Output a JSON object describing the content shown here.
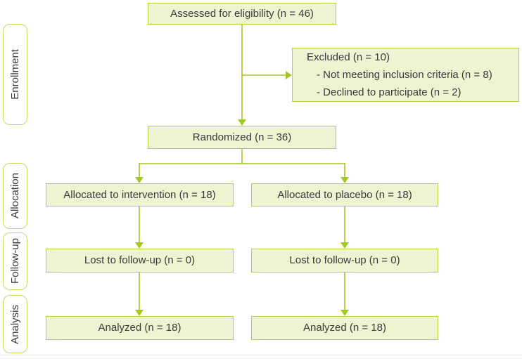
{
  "figure": {
    "type": "CONSORT flow diagram"
  },
  "colors": {
    "box_fill": "#eef3d2",
    "box_border": "#b7cd45",
    "connector": "#a4c828",
    "label_fill": "#ffffff",
    "label_border": "#c6d966",
    "text": "#3a3a3a",
    "page_divider": "#e6e6e6"
  },
  "stage_labels": [
    {
      "label": "Enrollment"
    },
    {
      "label": "Allocation"
    },
    {
      "label": "Follow-up"
    },
    {
      "label": "Analysis"
    }
  ],
  "nodes": {
    "assessed": {
      "text": "Assessed for eligibility (n = 46)"
    },
    "excluded": {
      "title": "Excluded (n = 10)",
      "reasons": [
        "- Not meeting inclusion criteria (n = 8)",
        "- Declined to participate (n = 2)"
      ]
    },
    "randomized": {
      "text": "Randomized (n = 36)"
    },
    "allocated_intervention": {
      "text": "Allocated to intervention (n = 18)"
    },
    "allocated_placebo": {
      "text": "Allocated to placebo (n = 18)"
    },
    "lost_intervention": {
      "text": "Lost to follow-up (n = 0)"
    },
    "lost_placebo": {
      "text": "Lost to follow-up (n = 0)"
    },
    "analyzed_intervention": {
      "text": "Analyzed (n = 18)"
    },
    "analyzed_placebo": {
      "text": "Analyzed (n = 18)"
    }
  }
}
